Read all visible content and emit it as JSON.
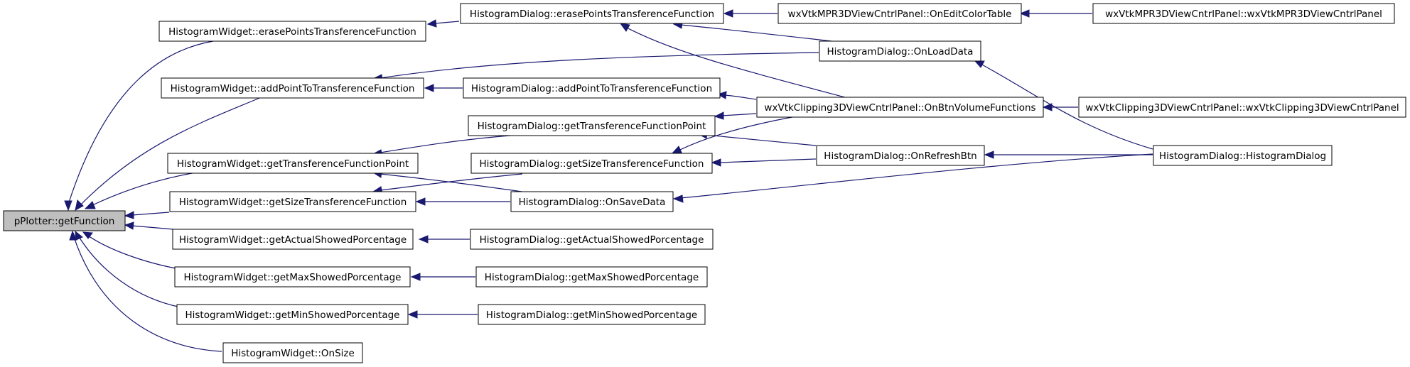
{
  "nodes": {
    "root": "pPlotter::getFunction",
    "hw_erase": "HistogramWidget::erasePointsTransferenceFunction",
    "hw_add": "HistogramWidget::addPointToTransferenceFunction",
    "hw_getpoint": "HistogramWidget::getTransferenceFunctionPoint",
    "hw_getsize": "HistogramWidget::getSizeTransferenceFunction",
    "hw_actual": "HistogramWidget::getActualShowedPorcentage",
    "hw_max": "HistogramWidget::getMaxShowedPorcentage",
    "hw_min": "HistogramWidget::getMinShowedPorcentage",
    "hw_onsize": "HistogramWidget::OnSize",
    "hd_erase": "HistogramDialog::erasePointsTransferenceFunction",
    "hd_add": "HistogramDialog::addPointToTransferenceFunction",
    "hd_getpoint": "HistogramDialog::getTransferenceFunctionPoint",
    "hd_getsize": "HistogramDialog::getSizeTransferenceFunction",
    "hd_savedata": "HistogramDialog::OnSaveData",
    "hd_actual": "HistogramDialog::getActualShowedPorcentage",
    "hd_max": "HistogramDialog::getMaxShowedPorcentage",
    "hd_min": "HistogramDialog::getMinShowedPorcentage",
    "mpr_onedit": "wxVtkMPR3DViewCntrlPanel::OnEditColorTable",
    "hd_loaddata": "HistogramDialog::OnLoadData",
    "clip_onbtn": "wxVtkClipping3DViewCntrlPanel::OnBtnVolumeFunctions",
    "hd_refresh": "HistogramDialog::OnRefreshBtn",
    "mpr_ctor": "wxVtkMPR3DViewCntrlPanel::wxVtkMPR3DViewCntrlPanel",
    "clip_ctor": "wxVtkClipping3DViewCntrlPanel::wxVtkClipping3DViewCntrlPanel",
    "hd_ctor": "HistogramDialog::HistogramDialog"
  },
  "edges": [
    {
      "from": "root",
      "to": "hw_erase"
    },
    {
      "from": "root",
      "to": "hw_add"
    },
    {
      "from": "root",
      "to": "hw_getpoint"
    },
    {
      "from": "root",
      "to": "hw_getsize"
    },
    {
      "from": "root",
      "to": "hw_actual"
    },
    {
      "from": "root",
      "to": "hw_max"
    },
    {
      "from": "root",
      "to": "hw_min"
    },
    {
      "from": "root",
      "to": "hw_onsize"
    },
    {
      "from": "hw_erase",
      "to": "hd_erase"
    },
    {
      "from": "hw_add",
      "to": "hd_add"
    },
    {
      "from": "hw_add",
      "to": "hd_loaddata"
    },
    {
      "from": "hw_getpoint",
      "to": "hd_getpoint"
    },
    {
      "from": "hw_getpoint",
      "to": "hd_savedata"
    },
    {
      "from": "hw_getsize",
      "to": "hd_getsize"
    },
    {
      "from": "hw_getsize",
      "to": "hd_savedata"
    },
    {
      "from": "hw_actual",
      "to": "hd_actual"
    },
    {
      "from": "hw_max",
      "to": "hd_max"
    },
    {
      "from": "hw_min",
      "to": "hd_min"
    },
    {
      "from": "hd_erase",
      "to": "mpr_onedit"
    },
    {
      "from": "hd_erase",
      "to": "hd_loaddata"
    },
    {
      "from": "hd_erase",
      "to": "clip_onbtn"
    },
    {
      "from": "hd_add",
      "to": "clip_onbtn"
    },
    {
      "from": "hd_getpoint",
      "to": "clip_onbtn"
    },
    {
      "from": "hd_getpoint",
      "to": "hd_refresh"
    },
    {
      "from": "hd_getsize",
      "to": "clip_onbtn"
    },
    {
      "from": "hd_getsize",
      "to": "hd_refresh"
    },
    {
      "from": "hd_savedata",
      "to": "hd_ctor"
    },
    {
      "from": "mpr_onedit",
      "to": "mpr_ctor"
    },
    {
      "from": "clip_onbtn",
      "to": "clip_ctor"
    },
    {
      "from": "hd_loaddata",
      "to": "hd_ctor"
    },
    {
      "from": "hd_refresh",
      "to": "hd_ctor"
    }
  ]
}
